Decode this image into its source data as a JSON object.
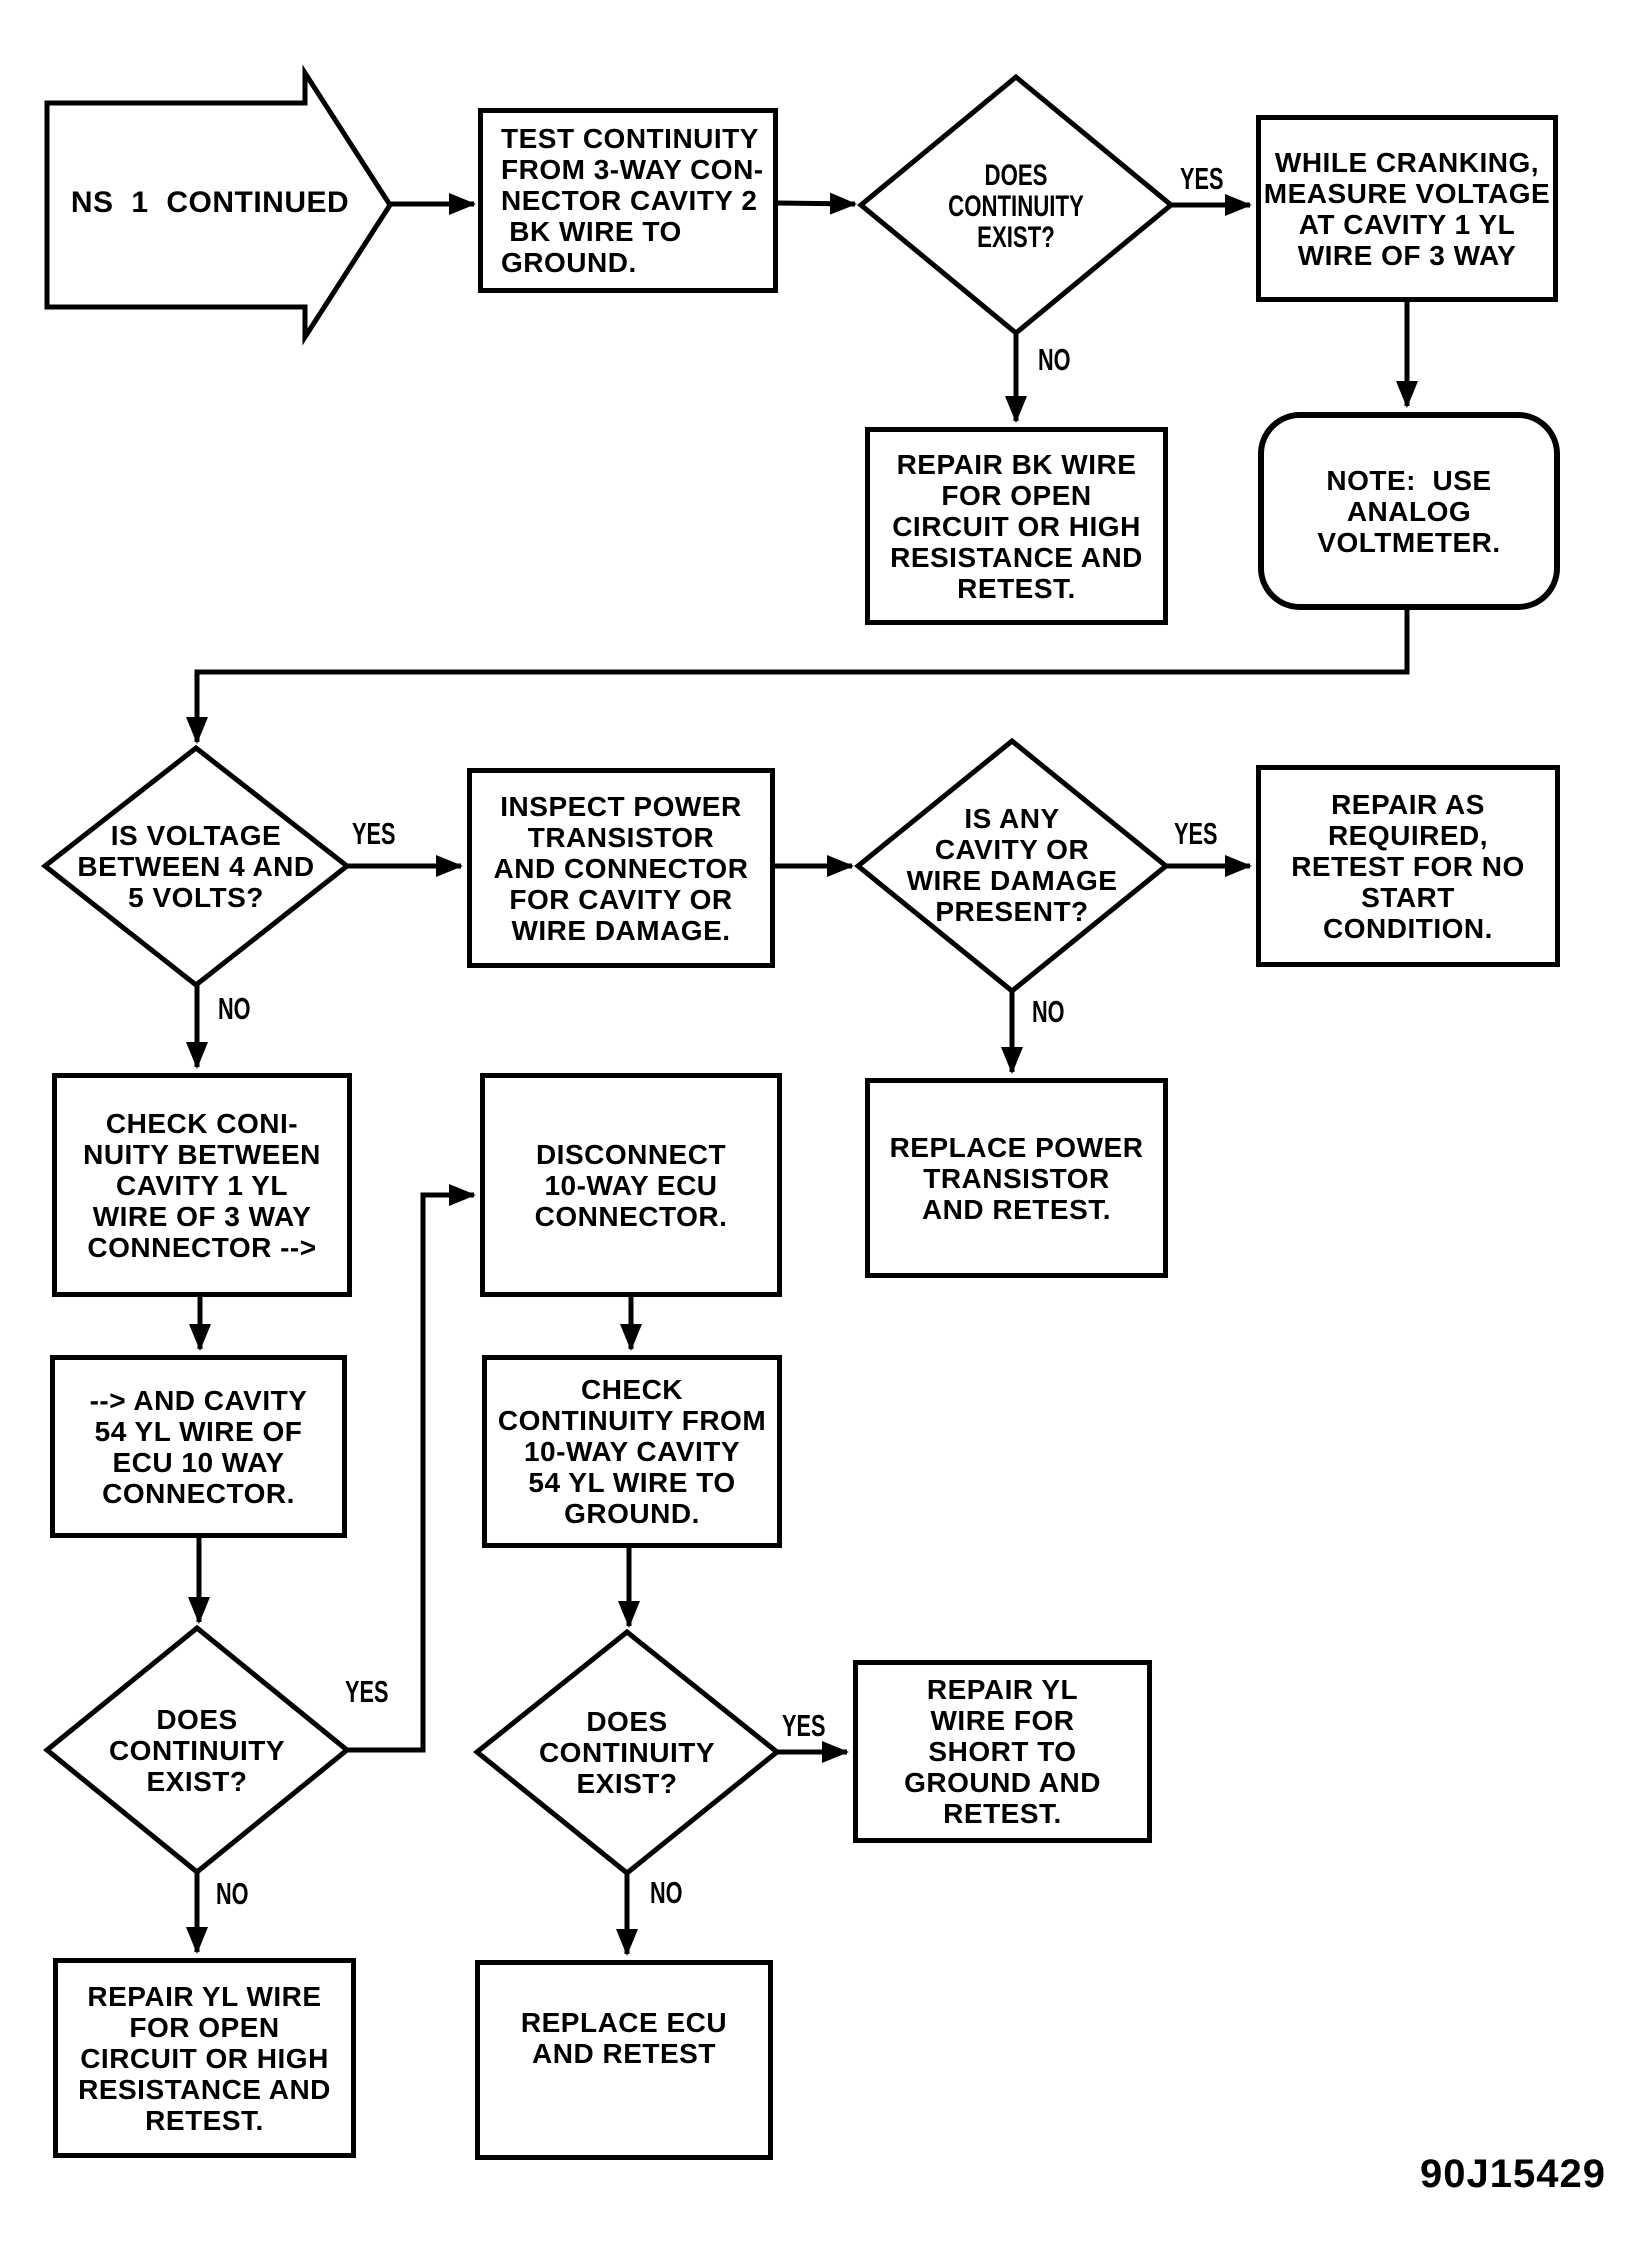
{
  "figure_label": "90J15429",
  "edge_labels": {
    "yes": "YES",
    "no": "NO"
  },
  "nodes": {
    "start": {
      "label": "NS 1 CONTINUED"
    },
    "test_continuity": {
      "label": "TEST CONTINUITY\nFROM 3-WAY CON-\nNECTOR CAVITY 2\n BK WIRE TO\nGROUND."
    },
    "does_continuity_exist_1": {
      "label": "DOES\nCONTINUITY\nEXIST?"
    },
    "while_cranking": {
      "label": "WHILE CRANKING,\nMEASURE VOLTAGE\nAT CAVITY 1 YL\nWIRE OF 3 WAY"
    },
    "repair_bk_wire": {
      "label": "REPAIR BK WIRE\nFOR OPEN\nCIRCUIT OR HIGH\nRESISTANCE AND\nRETEST."
    },
    "note_analog": {
      "label": "NOTE:  USE\nANALOG\nVOLTMETER."
    },
    "is_voltage": {
      "label": "IS VOLTAGE\nBETWEEN 4 AND\n5 VOLTS?"
    },
    "inspect_power": {
      "label": "INSPECT POWER\nTRANSISTOR\nAND CONNECTOR\nFOR CAVITY OR\nWIRE DAMAGE."
    },
    "is_any_damage": {
      "label": "IS ANY\nCAVITY OR\nWIRE DAMAGE\nPRESENT?"
    },
    "repair_as_required": {
      "label": "REPAIR AS\nREQUIRED,\nRETEST FOR NO\nSTART\nCONDITION."
    },
    "check_coninuity": {
      "label": "CHECK CONI-\nNUITY BETWEEN\nCAVITY 1 YL\nWIRE OF 3 WAY\nCONNECTOR -->"
    },
    "disconnect_ecu": {
      "label": "DISCONNECT\n10-WAY ECU\nCONNECTOR."
    },
    "replace_power": {
      "label": "REPLACE POWER\nTRANSISTOR\nAND RETEST."
    },
    "and_cavity": {
      "label": "--> AND CAVITY\n54 YL WIRE OF\nECU 10 WAY\nCONNECTOR."
    },
    "check_continuity_10way": {
      "label": "CHECK\nCONTINUITY FROM\n10-WAY CAVITY\n54 YL WIRE TO\nGROUND."
    },
    "does_continuity_exist_2": {
      "label": "DOES\nCONTINUITY\nEXIST?"
    },
    "does_continuity_exist_3": {
      "label": "DOES\nCONTINUITY\nEXIST?"
    },
    "repair_yl_short": {
      "label": "REPAIR YL\nWIRE FOR\nSHORT TO\nGROUND AND\nRETEST."
    },
    "repair_yl_open": {
      "label": "REPAIR YL WIRE\nFOR OPEN\nCIRCUIT OR HIGH\nRESISTANCE AND\nRETEST."
    },
    "replace_ecu": {
      "label": "REPLACE ECU\nAND RETEST"
    }
  }
}
